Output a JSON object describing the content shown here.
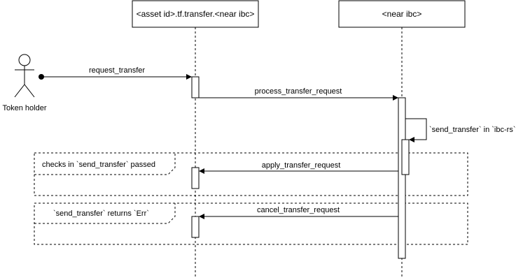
{
  "participants": {
    "actor": "Token holder",
    "transfer": "<asset id>.tf.transfer.<near ibc>",
    "near_ibc": "<near ibc>"
  },
  "messages": {
    "request": "request_transfer",
    "process": "process_transfer_request",
    "send": "`send_transfer` in `ibc-rs`",
    "apply": "apply_transfer_request",
    "cancel": "cancel_transfer_request"
  },
  "fragments": {
    "passed": "checks in `send_transfer` passed",
    "err": "`send_transfer` returns `Err`"
  },
  "colors": {
    "line": "#000000",
    "background": "#ffffff"
  }
}
